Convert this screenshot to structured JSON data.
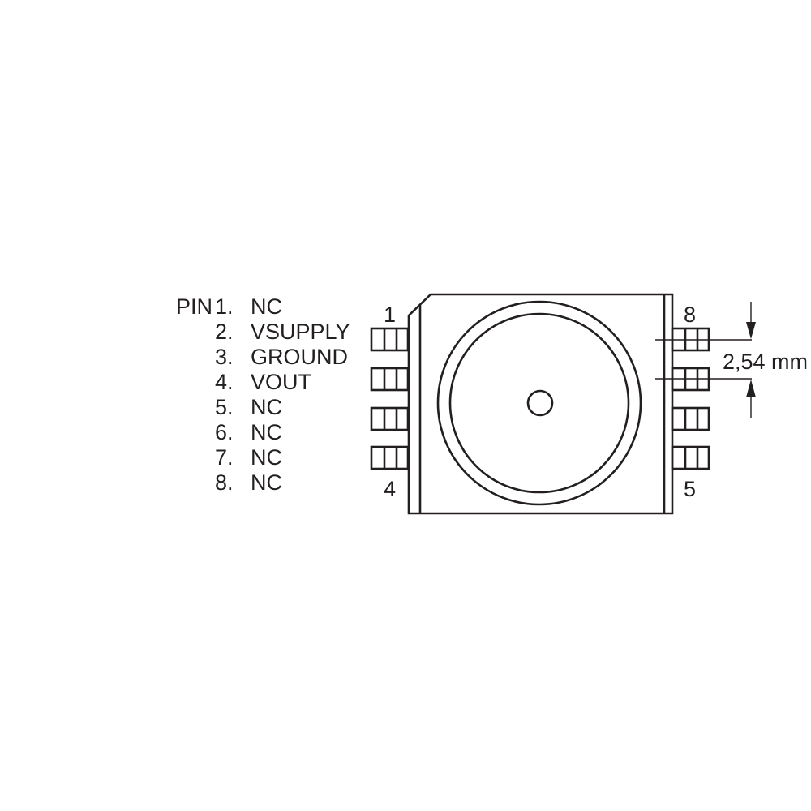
{
  "diagram": {
    "type": "IC package pinout (8-pin SMD, top view)",
    "pin_list": {
      "prefix": "PIN",
      "pins": [
        {
          "number": "1.",
          "name": "NC"
        },
        {
          "number": "2.",
          "name": "VSUPPLY"
        },
        {
          "number": "3.",
          "name": "GROUND"
        },
        {
          "number": "4.",
          "name": "VOUT"
        },
        {
          "number": "5.",
          "name": "NC"
        },
        {
          "number": "6.",
          "name": "NC"
        },
        {
          "number": "7.",
          "name": "NC"
        },
        {
          "number": "8.",
          "name": "NC"
        }
      ]
    },
    "package": {
      "corner_labels": {
        "top_left": "1",
        "bottom_left": "4",
        "top_right": "8",
        "bottom_right": "5"
      },
      "pads_left": 4,
      "pads_right": 4
    },
    "dimension": {
      "label": "2,54 mm",
      "meaning": "pin pitch"
    },
    "colors": {
      "line": "#231f20",
      "background": "#ffffff"
    }
  }
}
